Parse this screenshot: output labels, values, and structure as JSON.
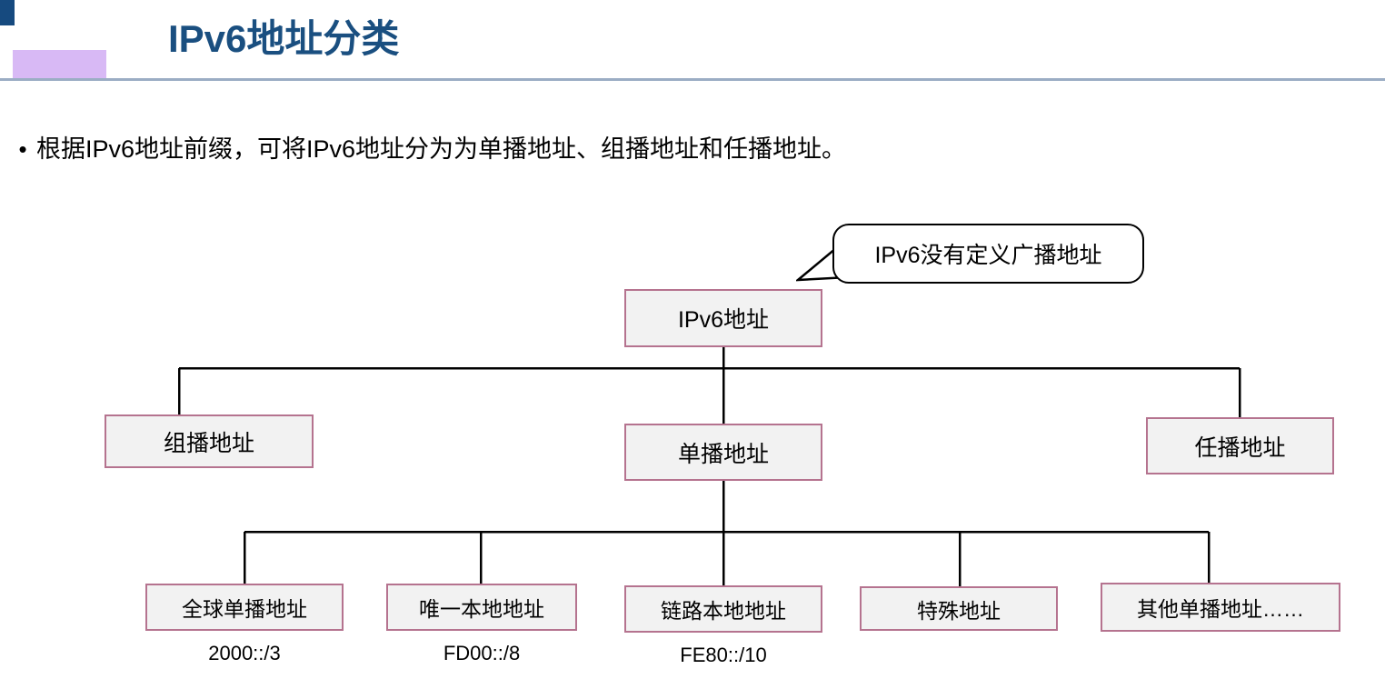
{
  "slide": {
    "title": "IPv6地址分类",
    "title_color": "#1a4f80",
    "accent_block_color": "#164a7f",
    "accent_purple_color": "#d8b9f5",
    "rule_color": "#9badc4",
    "bullet_marker": "•",
    "bullet_text": "根据IPv6地址前缀，可将IPv6地址分为为单播地址、组播地址和任播地址。"
  },
  "callout": {
    "text": "IPv6没有定义广播地址",
    "border_color": "#000000",
    "fill_color": "#ffffff"
  },
  "diagram": {
    "node_fill": "#f2f2f2",
    "node_border": "#b5738f",
    "connector_color": "#000000",
    "root": {
      "label": "IPv6地址"
    },
    "level2": [
      {
        "label": "组播地址"
      },
      {
        "label": "单播地址"
      },
      {
        "label": "任播地址"
      }
    ],
    "level3": [
      {
        "label": "全球单播地址",
        "prefix": "2000::/3"
      },
      {
        "label": "唯一本地地址",
        "prefix": "FD00::/8"
      },
      {
        "label": "链路本地地址",
        "prefix": "FE80::/10"
      },
      {
        "label": "特殊地址",
        "prefix": ""
      },
      {
        "label": "其他单播地址……",
        "prefix": ""
      }
    ]
  }
}
